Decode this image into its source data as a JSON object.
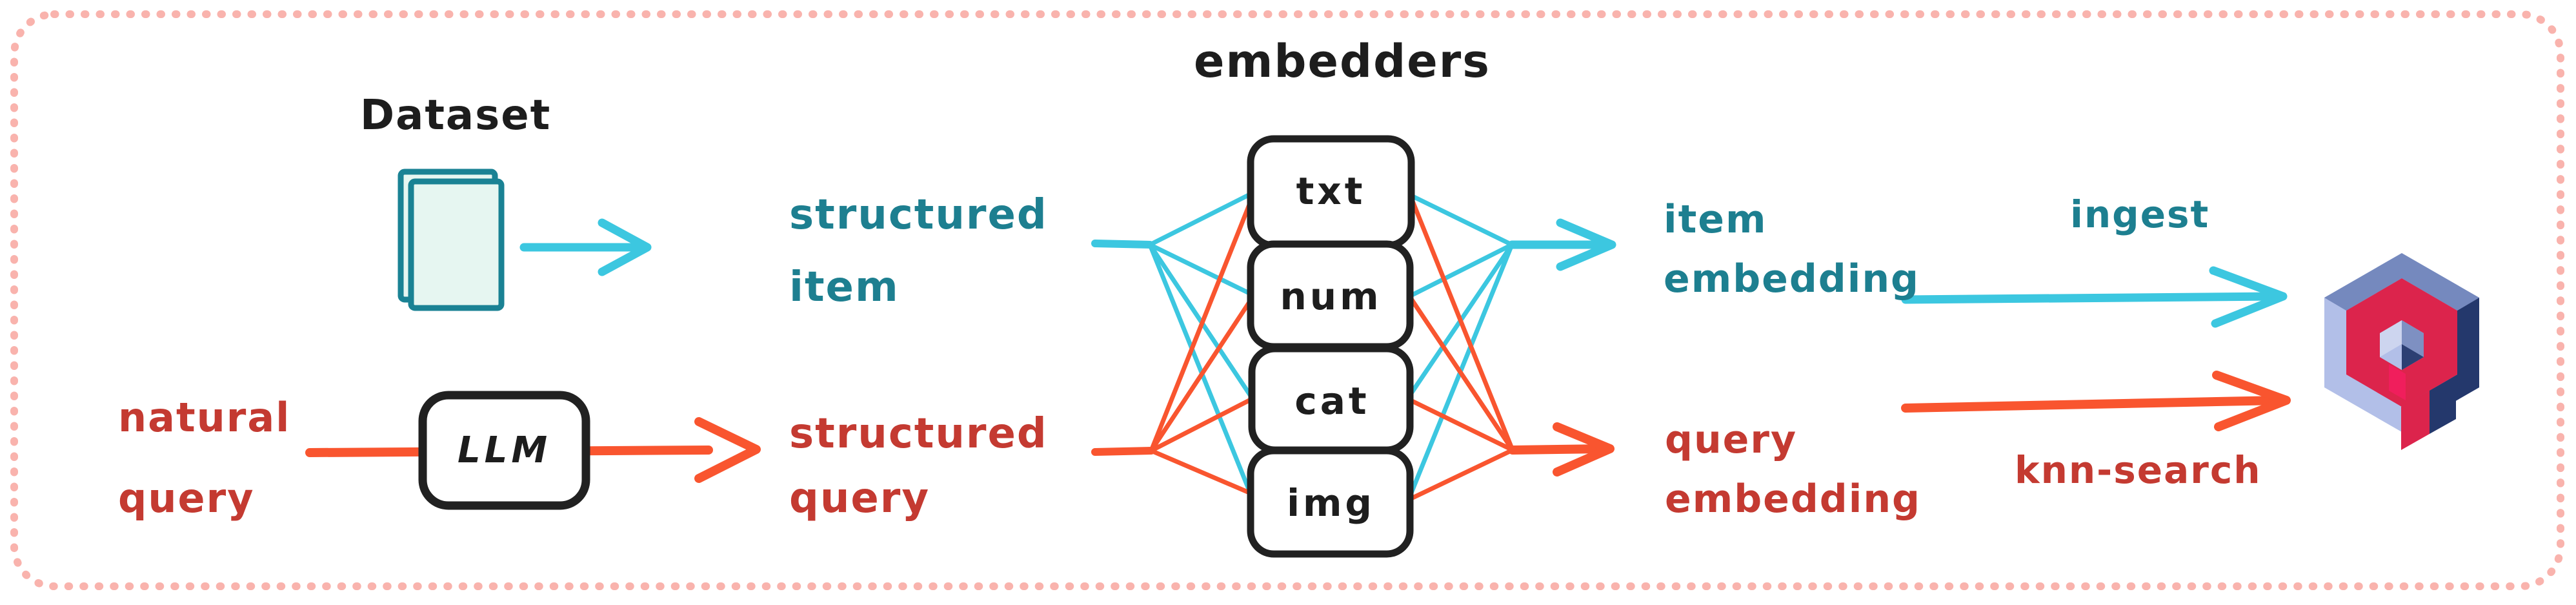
{
  "diagram": {
    "dataset": {
      "label": "Dataset"
    },
    "natural_query": {
      "line1": "natural",
      "line2": "query"
    },
    "llm": {
      "label": "LLM"
    },
    "structured_item": {
      "line1": "structured",
      "line2": "item"
    },
    "structured_query": {
      "line1": "structured",
      "line2": "query"
    },
    "embedders": {
      "title": "embedders",
      "boxes": [
        "txt",
        "num",
        "cat",
        "img"
      ]
    },
    "item_embedding": {
      "line1": "item",
      "line2": "embedding"
    },
    "query_embedding": {
      "line1": "query",
      "line2": "embedding"
    },
    "flows": {
      "ingest_label": "ingest",
      "knn_label": "knn-search"
    },
    "colors": {
      "cyan_arrow": "#3cc7e0",
      "teal_text": "#1d7f90",
      "orange_arrow": "#f9552f",
      "red_text": "#c43a31",
      "black_ink": "#212121",
      "border_pink": "#f9b3ad",
      "dataset_icon_stroke": "#1a8294",
      "dataset_icon_fill": "#e6f6f1",
      "box_fill": "#ffffff"
    },
    "logo": {
      "name": "qdrant",
      "colors": {
        "lavender": "#b2bfe8",
        "blue": "#7589be",
        "navy": "#24386c",
        "red": "#dc244c",
        "bright_red": "#f01e5c",
        "cube_light": "#cdd5ef",
        "cube_blue": "#7e90c2",
        "cube_dark": "#2c3f73"
      }
    }
  }
}
